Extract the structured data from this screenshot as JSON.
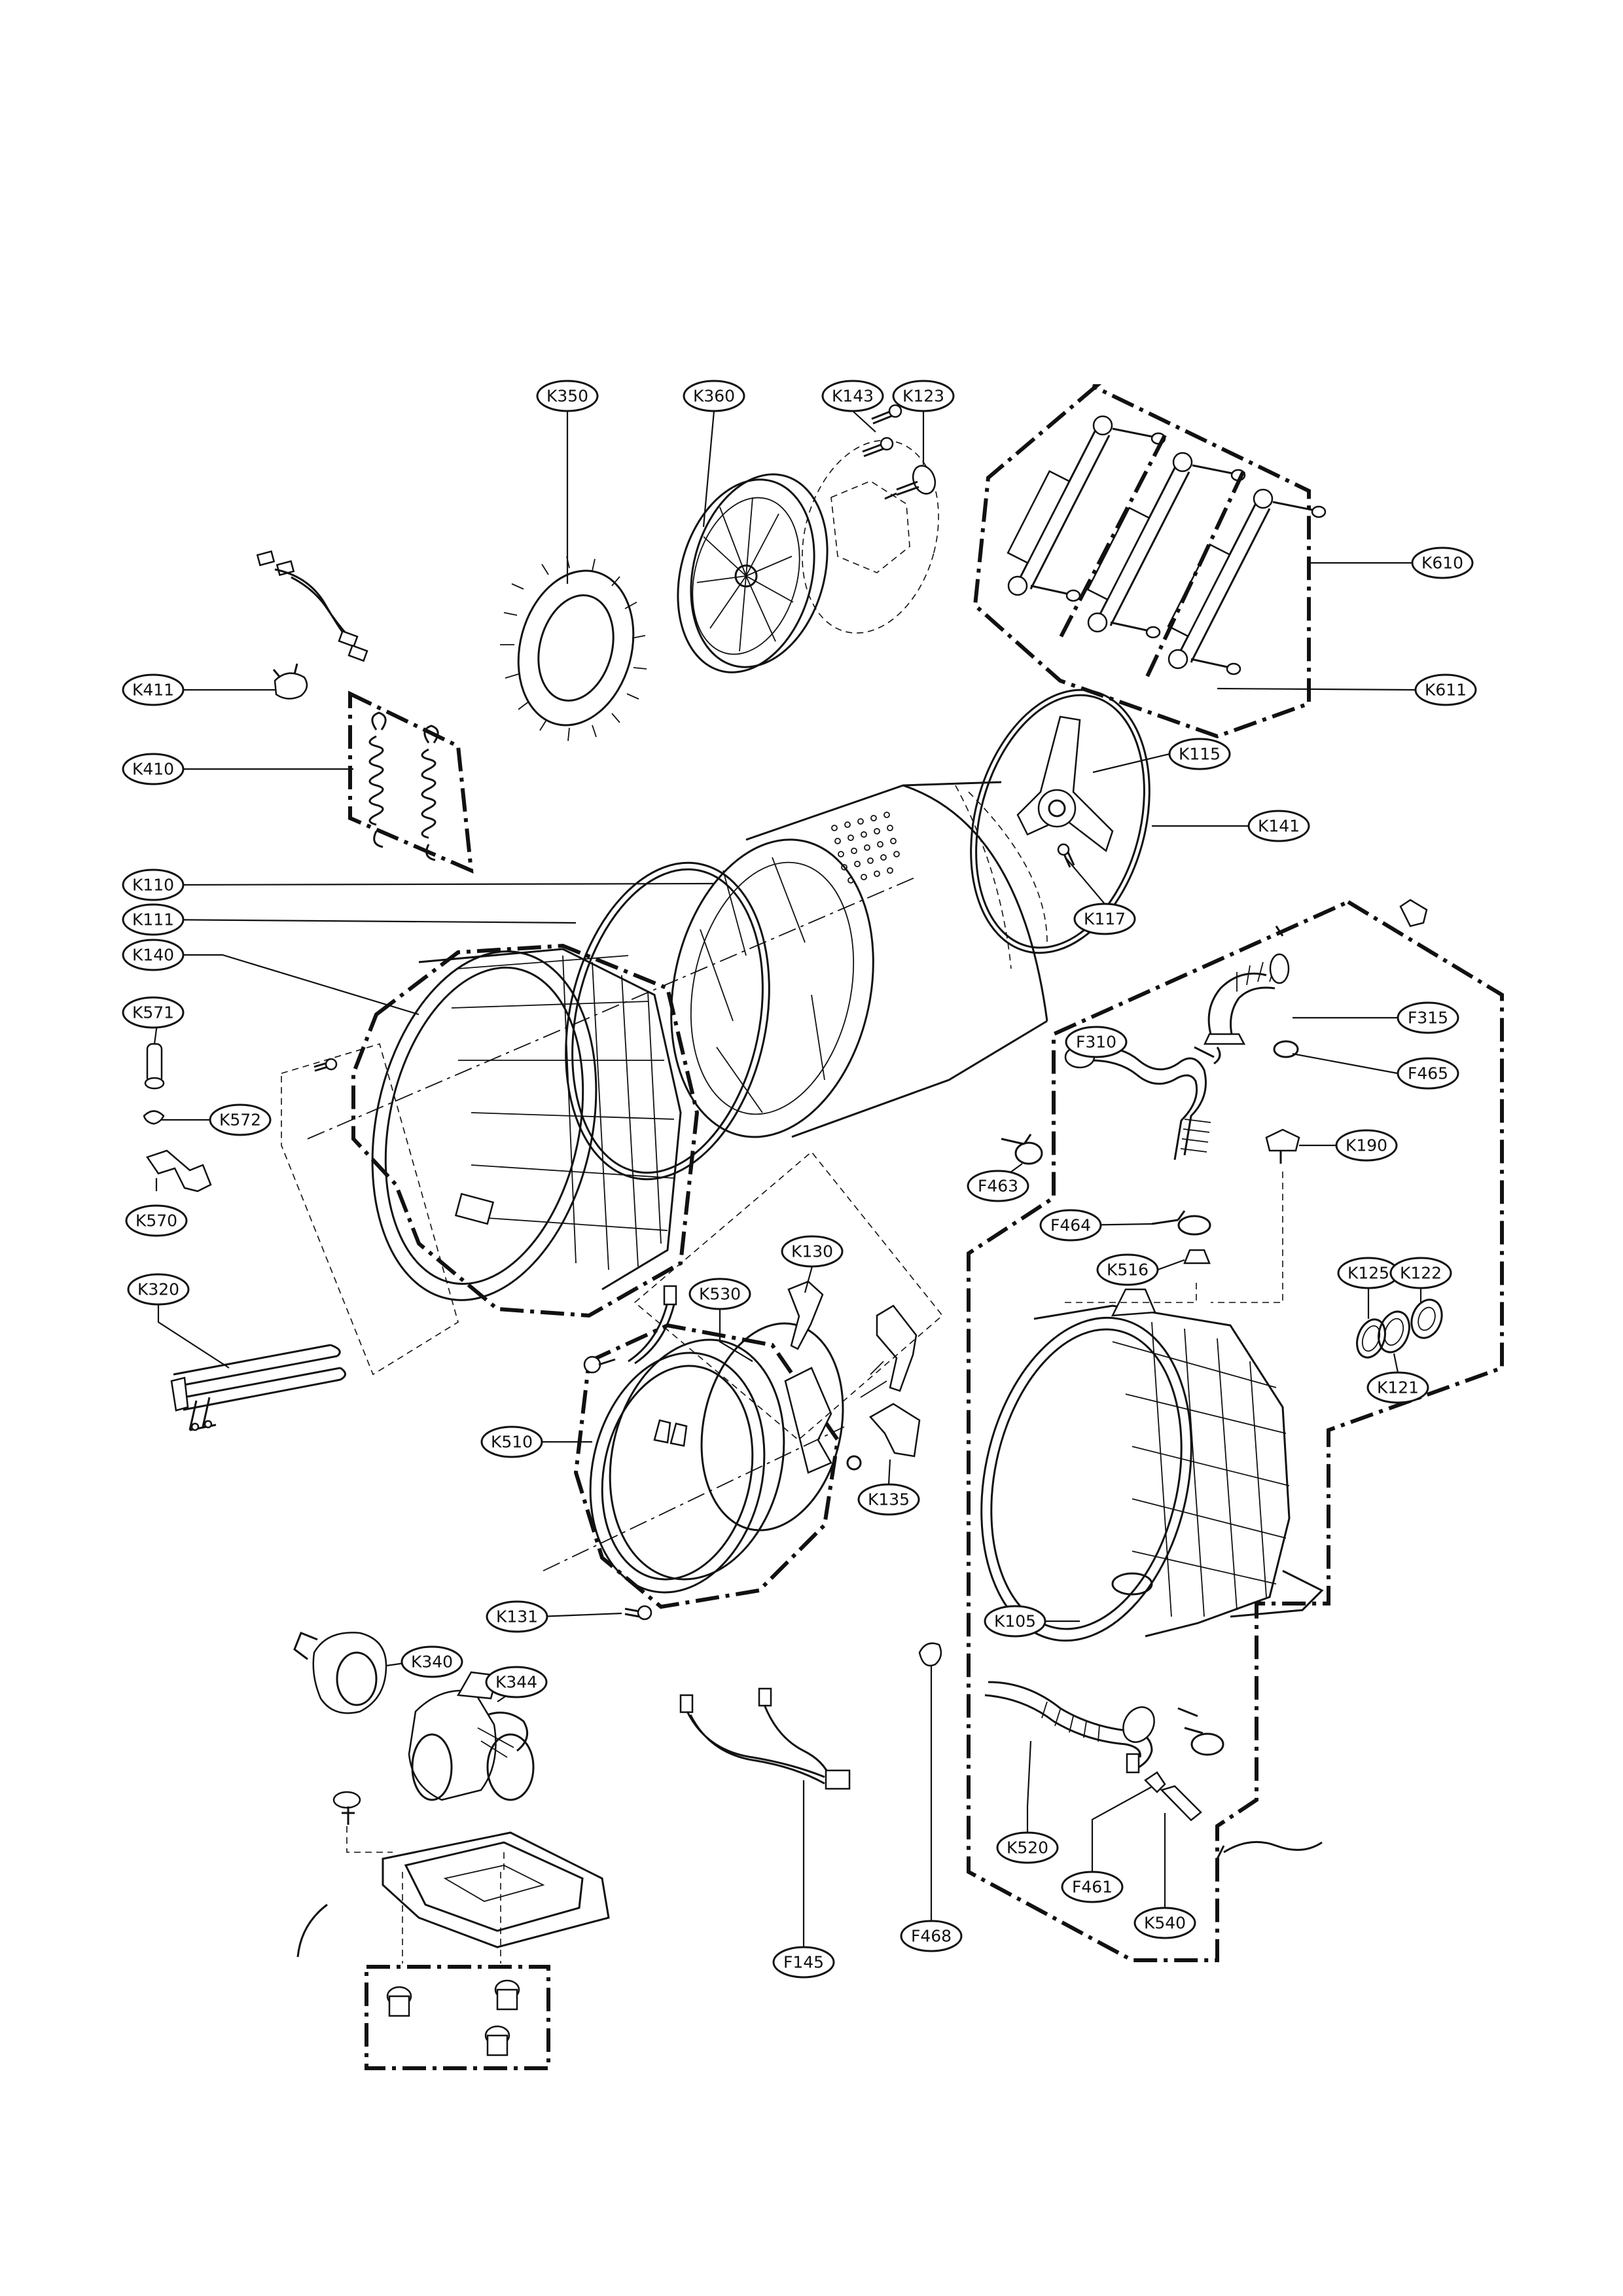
{
  "labels": [
    {
      "id": "k350",
      "text": "K350"
    },
    {
      "id": "k360",
      "text": "K360"
    },
    {
      "id": "k143",
      "text": "K143"
    },
    {
      "id": "k123",
      "text": "K123"
    },
    {
      "id": "k610",
      "text": "K610"
    },
    {
      "id": "k611",
      "text": "K611"
    },
    {
      "id": "k411",
      "text": "K411"
    },
    {
      "id": "k410",
      "text": "K410"
    },
    {
      "id": "k115",
      "text": "K115"
    },
    {
      "id": "k141",
      "text": "K141"
    },
    {
      "id": "k117",
      "text": "K117"
    },
    {
      "id": "k110",
      "text": "K110"
    },
    {
      "id": "k111",
      "text": "K111"
    },
    {
      "id": "k140",
      "text": "K140"
    },
    {
      "id": "k571",
      "text": "K571"
    },
    {
      "id": "k572",
      "text": "K572"
    },
    {
      "id": "k570",
      "text": "K570"
    },
    {
      "id": "f315",
      "text": "F315"
    },
    {
      "id": "f310",
      "text": "F310"
    },
    {
      "id": "f465",
      "text": "F465"
    },
    {
      "id": "k190",
      "text": "K190"
    },
    {
      "id": "f463",
      "text": "F463"
    },
    {
      "id": "f464",
      "text": "F464"
    },
    {
      "id": "k516",
      "text": "K516"
    },
    {
      "id": "k130",
      "text": "K130"
    },
    {
      "id": "k530",
      "text": "K530"
    },
    {
      "id": "k125",
      "text": "K125"
    },
    {
      "id": "k122",
      "text": "K122"
    },
    {
      "id": "k121",
      "text": "K121"
    },
    {
      "id": "k320",
      "text": "K320"
    },
    {
      "id": "k510",
      "text": "K510"
    },
    {
      "id": "k135",
      "text": "K135"
    },
    {
      "id": "k131",
      "text": "K131"
    },
    {
      "id": "k105",
      "text": "K105"
    },
    {
      "id": "k340",
      "text": "K340"
    },
    {
      "id": "k344",
      "text": "K344"
    },
    {
      "id": "k520",
      "text": "K520"
    },
    {
      "id": "f461",
      "text": "F461"
    },
    {
      "id": "k540",
      "text": "K540"
    },
    {
      "id": "f145",
      "text": "F145"
    },
    {
      "id": "f468",
      "text": "F468"
    }
  ]
}
